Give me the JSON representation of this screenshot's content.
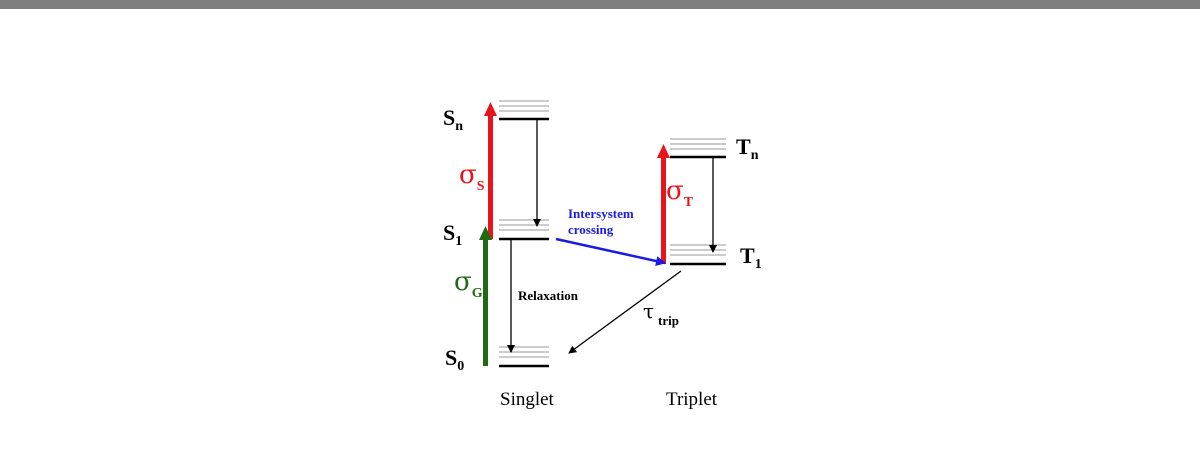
{
  "levels": {
    "s_n": {
      "main": "S",
      "sub": "n"
    },
    "s_1": {
      "main": "S",
      "sub": "1"
    },
    "s_0": {
      "main": "S",
      "sub": "0"
    },
    "t_n": {
      "main": "T",
      "sub": "n"
    },
    "t_1": {
      "main": "T",
      "sub": "1"
    }
  },
  "cross_sections": {
    "sigma_s": {
      "symbol": "σ",
      "sub": "S",
      "color": "#e8141b"
    },
    "sigma_g": {
      "symbol": "σ",
      "sub": "G",
      "color": "#1e6b14"
    },
    "sigma_t": {
      "symbol": "σ",
      "sub": "T",
      "color": "#e8141b"
    }
  },
  "transitions": {
    "intersystem_line1": "Intersystem",
    "intersystem_line2": "crossing",
    "intersystem_color": "#1a1ae6",
    "relaxation": "Relaxation",
    "tau_symbol": "τ",
    "tau_sub": "trip"
  },
  "columns": {
    "singlet": "Singlet",
    "triplet": "Triplet"
  }
}
